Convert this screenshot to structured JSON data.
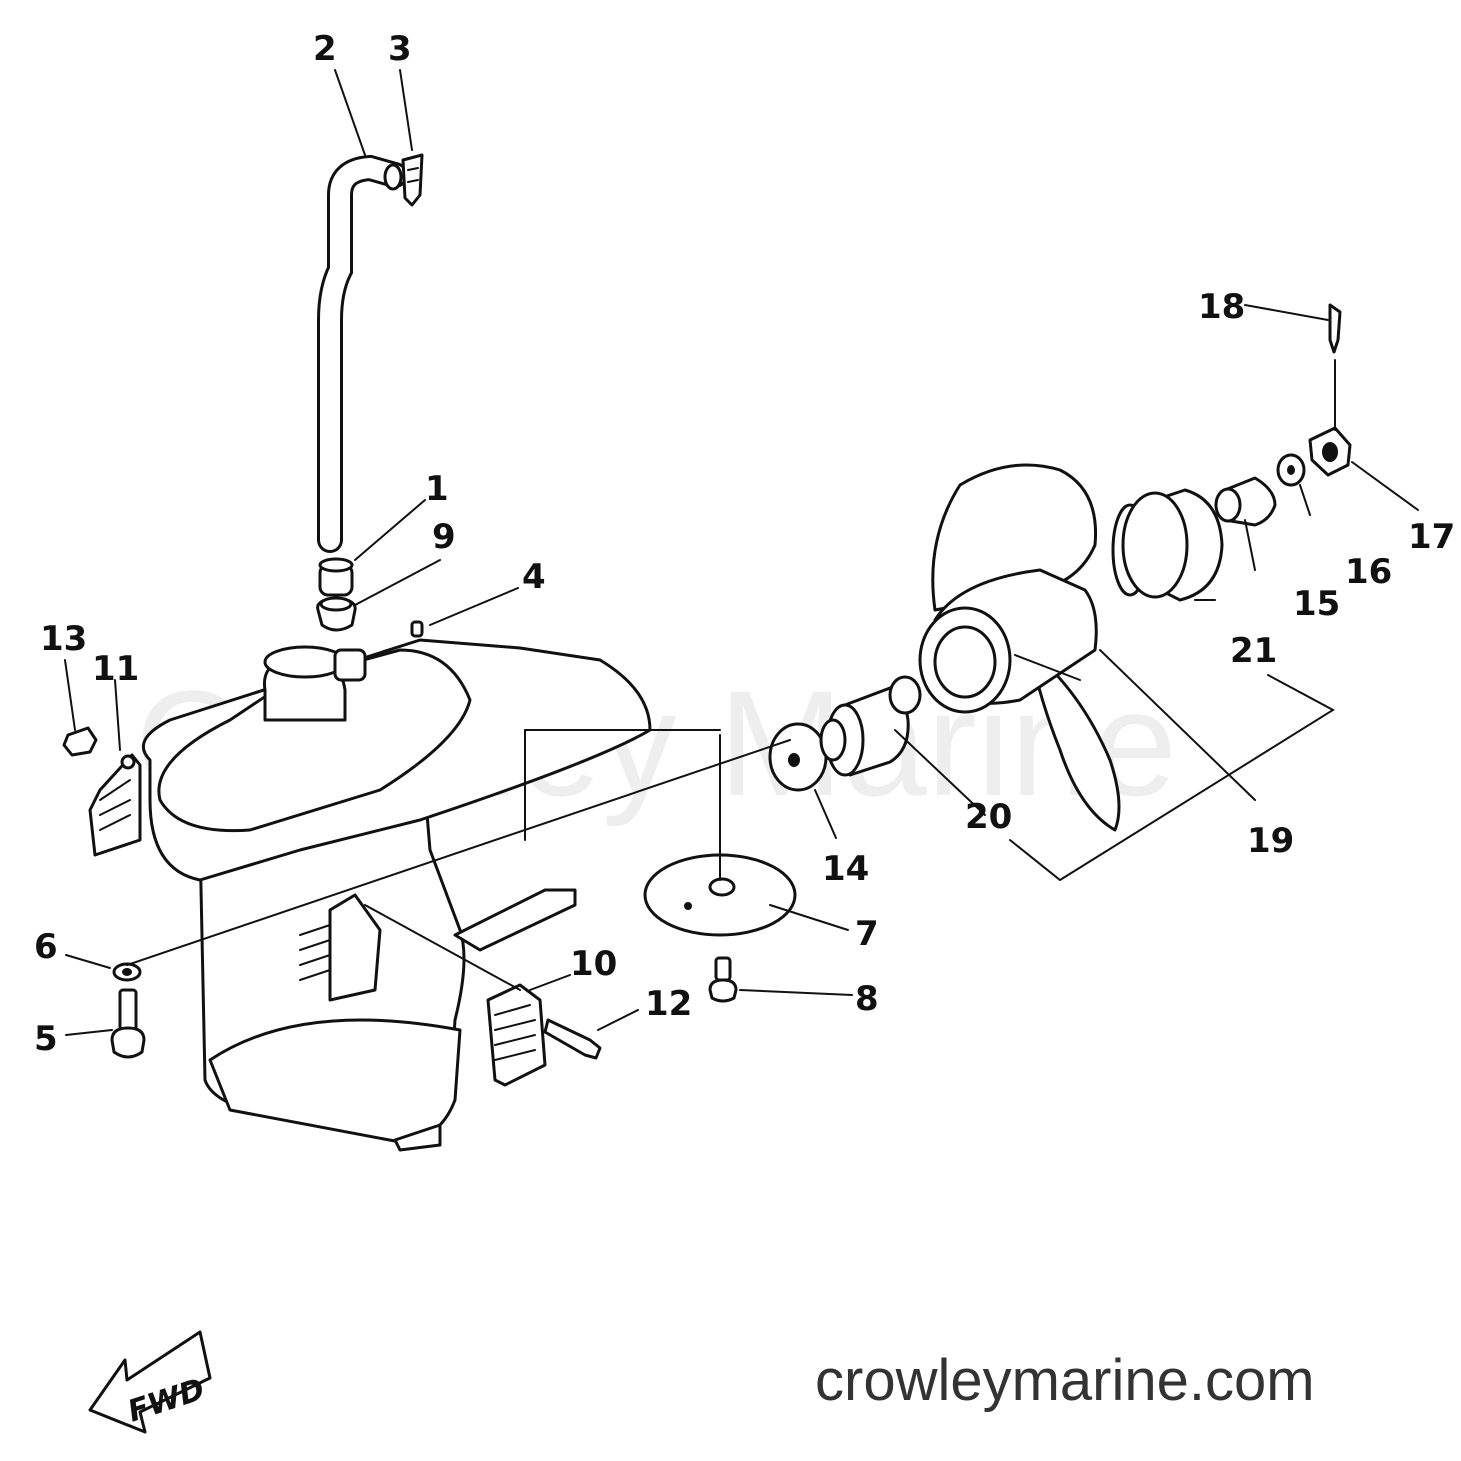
{
  "watermark": "Crowley Marine",
  "site_url": "crowleymarine.com",
  "direction_label": "FWD",
  "part_numbers": [
    "1",
    "2",
    "3",
    "4",
    "5",
    "6",
    "7",
    "8",
    "9",
    "10",
    "11",
    "12",
    "13",
    "14",
    "15",
    "16",
    "17",
    "18",
    "19",
    "20",
    "21"
  ]
}
